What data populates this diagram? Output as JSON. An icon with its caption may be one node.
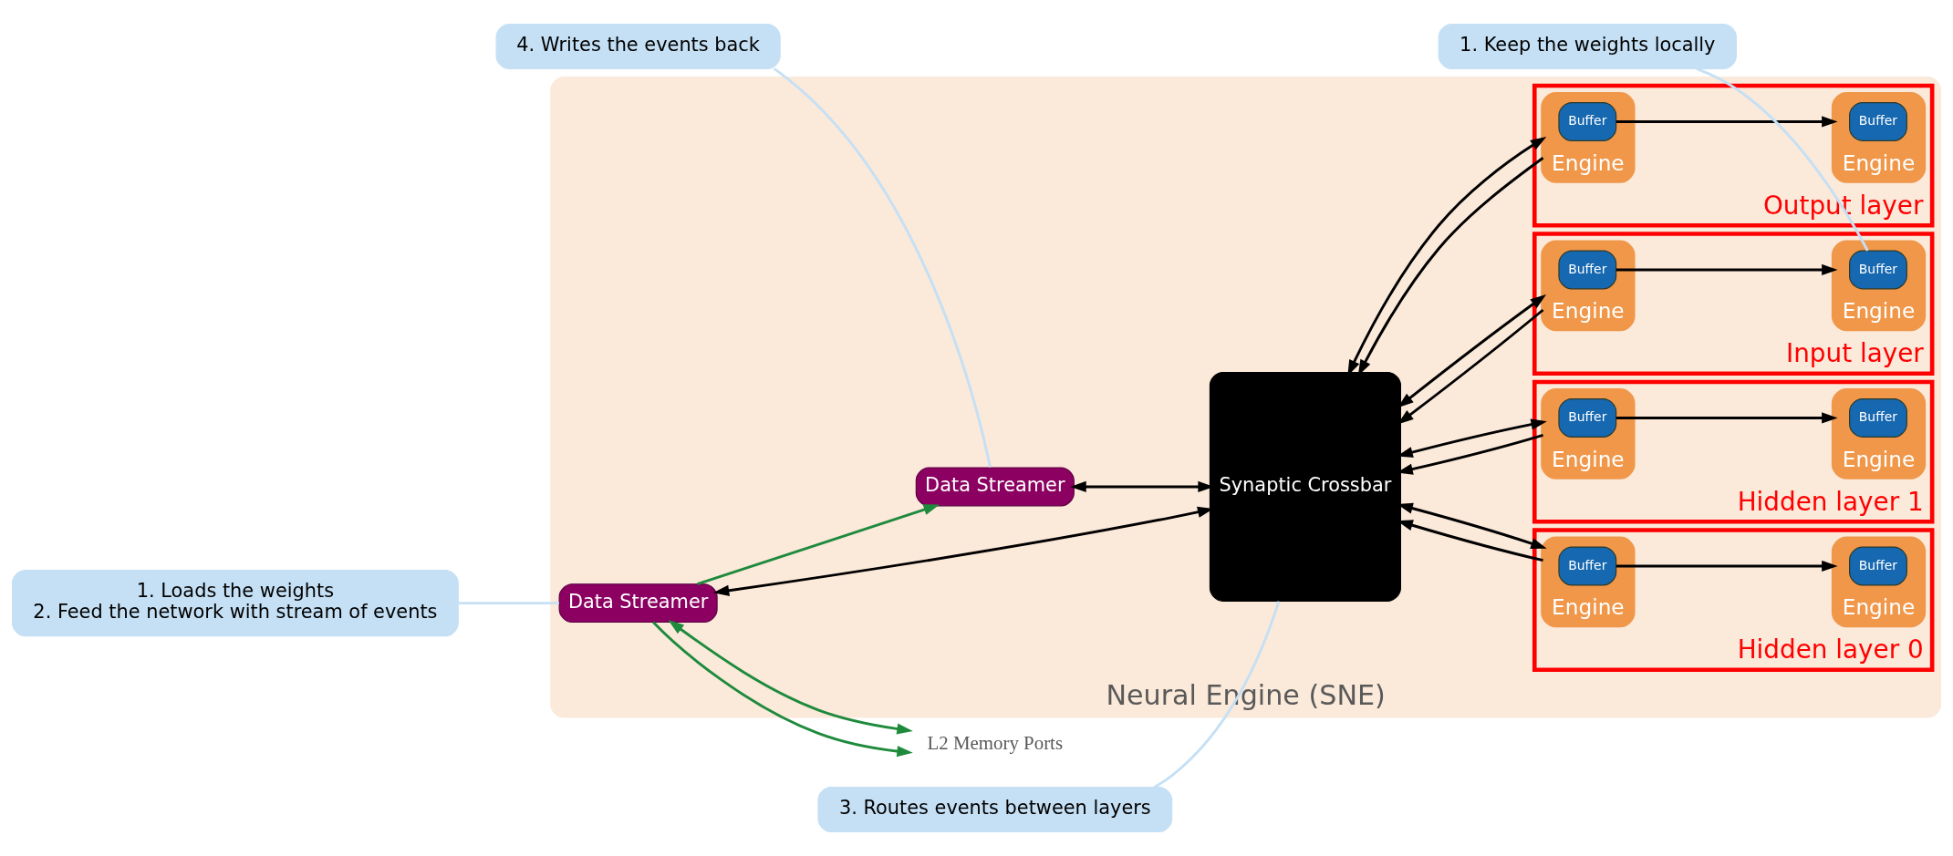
{
  "diagram": {
    "nodes": [
      {
        "text": [
          "Neural Engine (SNE)"
        ]
      },
      {
        "text": [
          "Data Streamer"
        ],
        "in": 0
      },
      {
        "text": [
          "Data Streamer"
        ],
        "in": 0
      },
      {
        "text": [
          "Synaptic Crossbar"
        ],
        "in": 0
      },
      {
        "text": [
          "Input layer"
        ],
        "in": 0
      },
      {
        "text": [
          "Engine"
        ],
        "in": 4
      },
      {
        "text": [
          "Buffer"
        ],
        "in": 5
      },
      {
        "text": [
          "Engine"
        ],
        "in": 4
      },
      {
        "text": [
          "Buffer"
        ],
        "in": 7
      },
      {
        "text": [
          "Hidden layer 0"
        ],
        "in": 0
      },
      {
        "text": [
          "Engine"
        ],
        "in": 9
      },
      {
        "text": [
          "Buffer"
        ],
        "in": 10
      },
      {
        "text": [
          "Engine"
        ],
        "in": 9
      },
      {
        "text": [
          "Buffer"
        ],
        "in": 12
      },
      {
        "text": [
          "Hidden layer 1"
        ],
        "in": 0
      },
      {
        "text": [
          "Engine"
        ],
        "in": 14
      },
      {
        "text": [
          "Buffer"
        ],
        "in": 15
      },
      {
        "text": [
          "Engine"
        ],
        "in": 14
      },
      {
        "text": [
          "Buffer"
        ],
        "in": 17
      },
      {
        "text": [
          "Output layer"
        ],
        "in": 0
      },
      {
        "text": [
          "Engine"
        ],
        "in": 19
      },
      {
        "text": [
          "Buffer"
        ],
        "in": 20
      },
      {
        "text": [
          "Engine"
        ],
        "in": 19
      },
      {
        "text": [
          "Buffer"
        ],
        "in": 22
      },
      {
        "text": [
          "L2 Memory Ports"
        ]
      },
      {
        "text": [
          "1. Loads the weights",
          "2. Feed the network with stream of events"
        ]
      },
      {
        "text": [
          "1. Keep the weights locally"
        ]
      },
      {
        "text": [
          "4. Writes the events back"
        ]
      },
      {
        "text": [
          "3. Routes events between layers"
        ]
      }
    ],
    "edges": [
      {
        "from": 1,
        "to": 24,
        "arrow": "to",
        "color": "#1e8a3c"
      },
      {
        "from": 1,
        "to": 24,
        "arrow": "both",
        "color": "#1e8a3c"
      },
      {
        "from": 1,
        "to": 2,
        "arrow": "to",
        "color": "#1e8a3c"
      },
      {
        "from": 1,
        "to": 3,
        "arrow": "both"
      },
      {
        "from": 2,
        "to": 3,
        "arrow": "both"
      },
      {
        "from": 3,
        "to": 5,
        "arrow": "both"
      },
      {
        "from": 5,
        "to": 3,
        "arrow": "to"
      },
      {
        "from": 6,
        "to": 7,
        "arrow": "to"
      },
      {
        "from": 3,
        "to": 10,
        "arrow": "both"
      },
      {
        "from": 10,
        "to": 3,
        "arrow": "to"
      },
      {
        "from": 11,
        "to": 12,
        "arrow": "to"
      },
      {
        "from": 3,
        "to": 15,
        "arrow": "both"
      },
      {
        "from": 15,
        "to": 3,
        "arrow": "to"
      },
      {
        "from": 16,
        "to": 17,
        "arrow": "to"
      },
      {
        "from": 3,
        "to": 20,
        "arrow": "both"
      },
      {
        "from": 20,
        "to": 3,
        "arrow": "to"
      },
      {
        "from": 21,
        "to": 22,
        "arrow": "to"
      },
      {
        "from": 25,
        "to": 1,
        "arrow": "none",
        "color": "#c5e0f5"
      },
      {
        "from": 26,
        "to": 8,
        "arrow": "none",
        "color": "#c5e0f5"
      },
      {
        "from": 27,
        "to": 2,
        "arrow": "none",
        "color": "#c5e0f5"
      },
      {
        "from": 28,
        "to": 3,
        "arrow": "none",
        "color": "#c5e0f5"
      }
    ]
  }
}
